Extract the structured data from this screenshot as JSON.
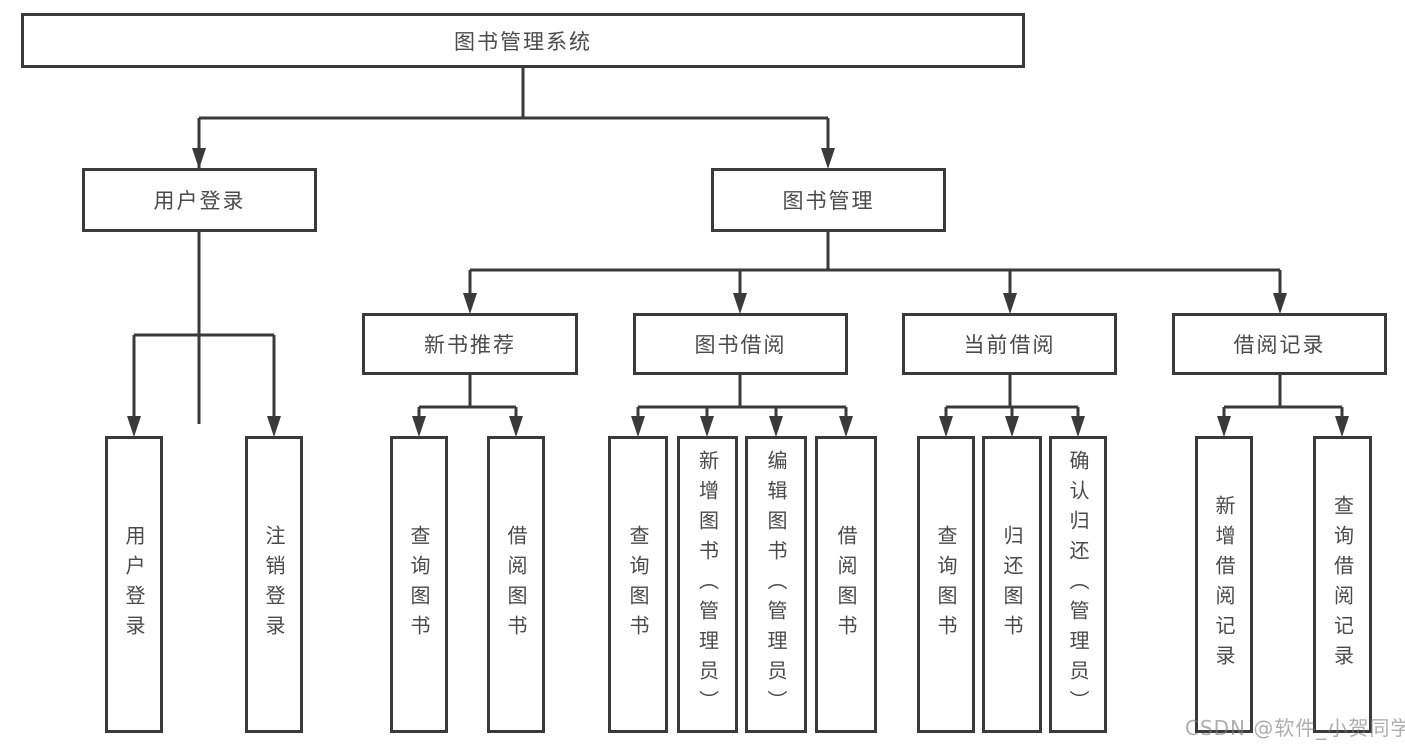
{
  "diagram_title": "图书管理系统",
  "tree": {
    "label": "图书管理系统",
    "children": [
      {
        "label": "用户登录",
        "children": [
          {
            "label": "用户登录"
          },
          {
            "label": "注销登录"
          }
        ]
      },
      {
        "label": "图书管理",
        "children": [
          {
            "label": "新书推荐",
            "children": [
              {
                "label": "查询图书"
              },
              {
                "label": "借阅图书"
              }
            ]
          },
          {
            "label": "图书借阅",
            "children": [
              {
                "label": "查询图书"
              },
              {
                "label": "新增图书（管理员）"
              },
              {
                "label": "编辑图书（管理员）"
              },
              {
                "label": "借阅图书"
              }
            ]
          },
          {
            "label": "当前借阅",
            "children": [
              {
                "label": "查询图书"
              },
              {
                "label": "归还图书"
              },
              {
                "label": "确认归还（管理员）"
              }
            ]
          },
          {
            "label": "借阅记录",
            "children": [
              {
                "label": "新增借阅记录"
              },
              {
                "label": "查询借阅记录"
              }
            ]
          }
        ]
      }
    ]
  },
  "watermark": {
    "text": "CSDN @软件_小贺同学"
  },
  "colors": {
    "line": "#3a3a3a",
    "box_border": "#3a3a3a",
    "text": "#4a4a4a",
    "background": "#ffffff",
    "watermark": "#7d7d7d"
  }
}
